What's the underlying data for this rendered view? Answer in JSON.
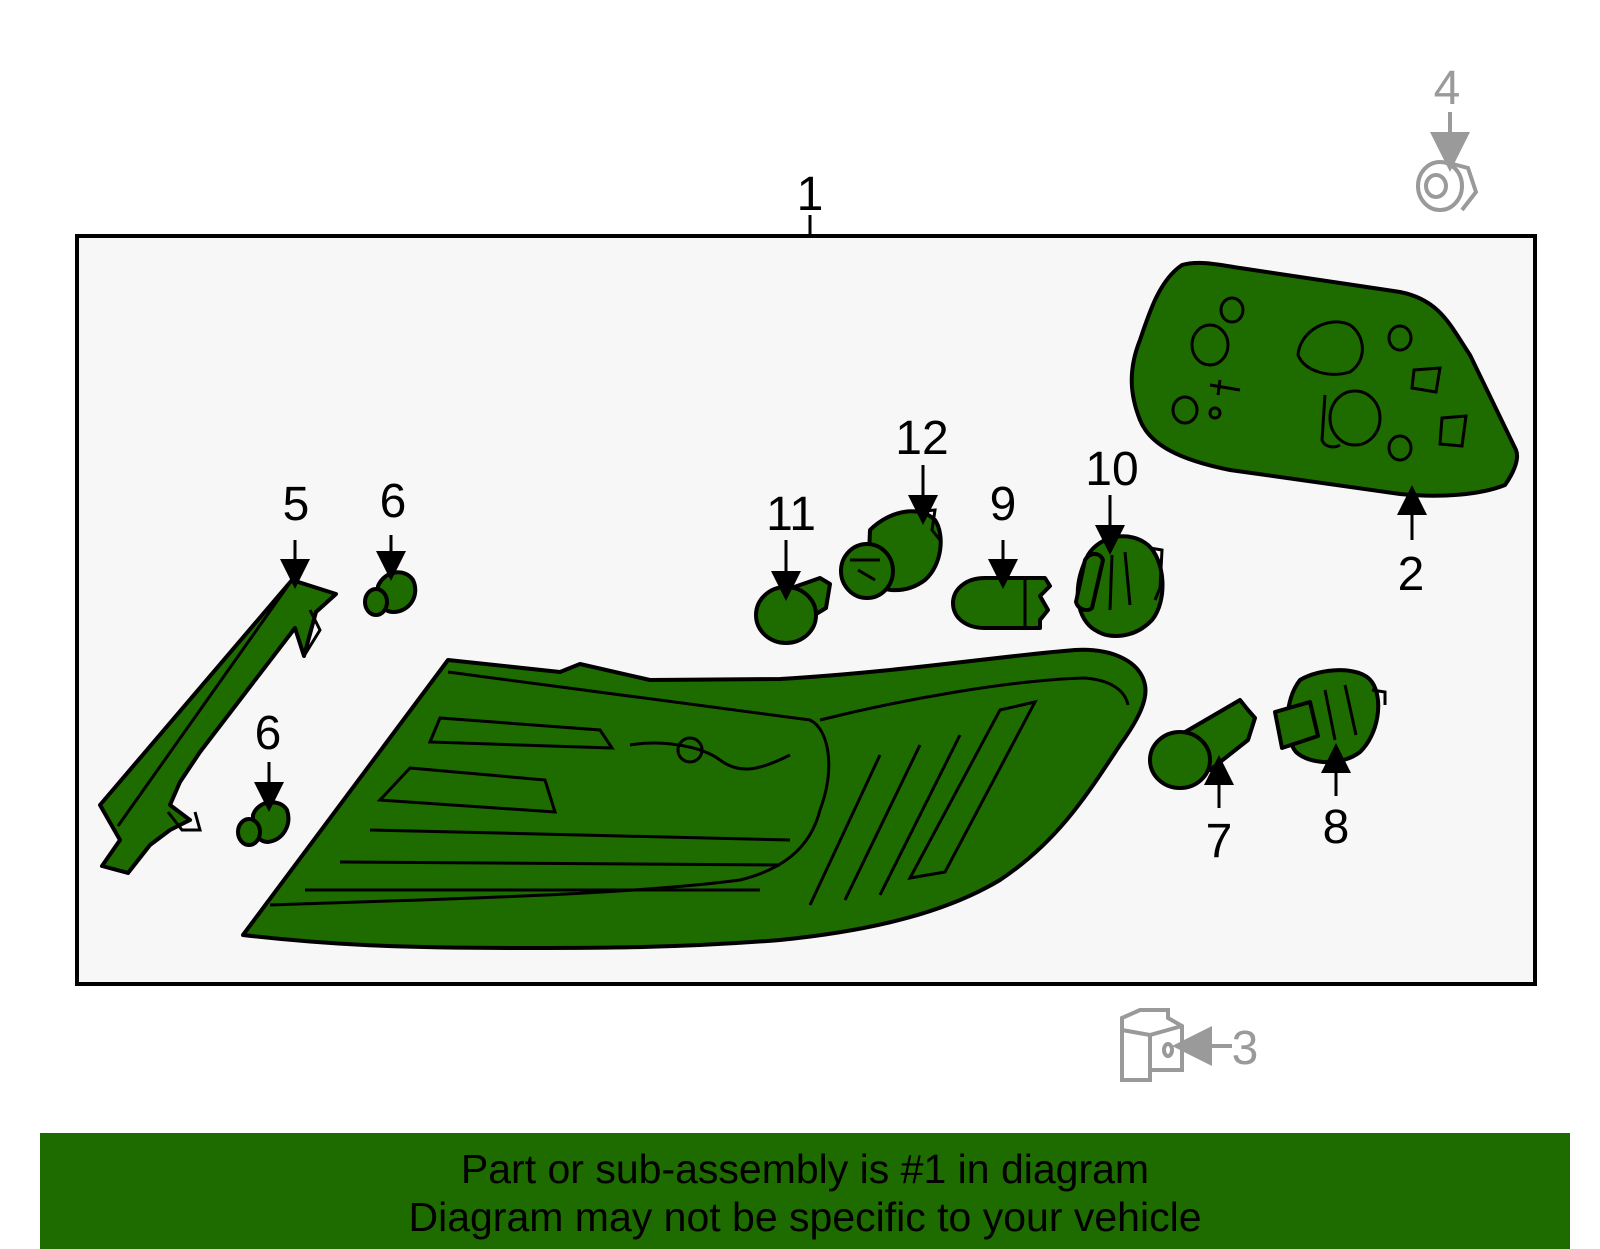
{
  "callouts": {
    "c1": "1",
    "c2": "2",
    "c3": "3",
    "c4": "4",
    "c5": "5",
    "c6a": "6",
    "c6b": "6",
    "c7": "7",
    "c8": "8",
    "c9": "9",
    "c10": "10",
    "c11": "11",
    "c12": "12"
  },
  "banner": {
    "line1": "Part or sub-assembly is #1 in diagram",
    "line2": "Diagram may not be specific to your vehicle"
  },
  "colors": {
    "part_fill": "#1e6b00",
    "box_fill": "#f7f7f7",
    "ghost": "#9a9a9a",
    "banner": "#1e6b00"
  }
}
